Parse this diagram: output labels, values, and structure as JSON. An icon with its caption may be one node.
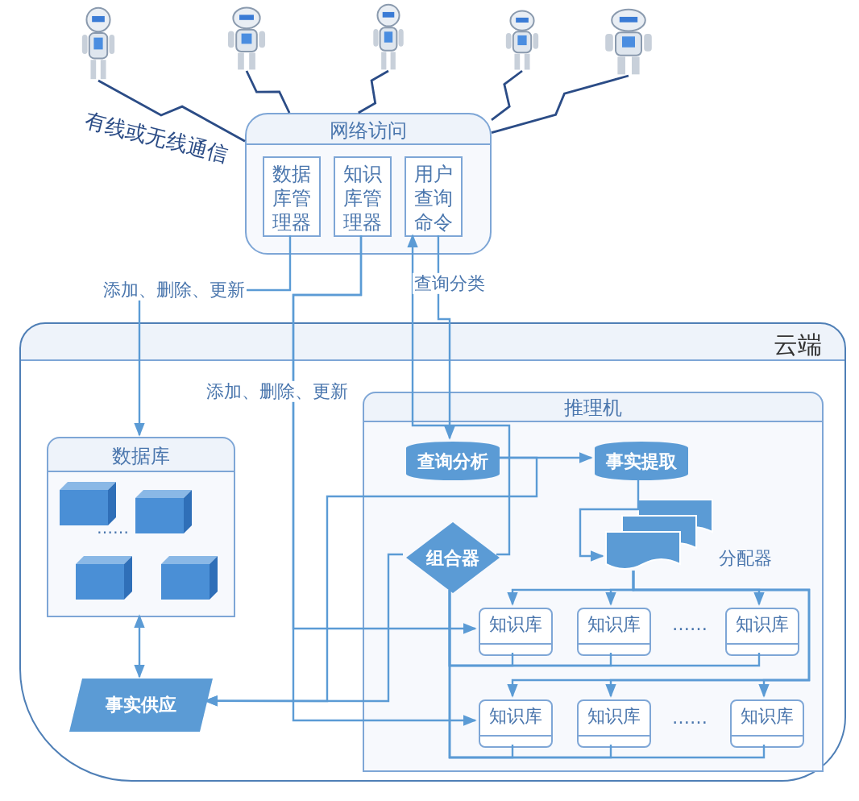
{
  "diagram": {
    "nodes": [
      {
        "text": [],
        "shape": "picture"
      },
      {
        "text": [],
        "shape": "picture"
      },
      {
        "text": [],
        "shape": "picture"
      },
      {
        "text": [],
        "shape": "picture"
      },
      {
        "text": [],
        "shape": "picture"
      },
      {
        "text": [
          "网络访问"
        ]
      },
      {
        "text": [
          "数据库管理器"
        ],
        "in": 5
      },
      {
        "text": [
          "知识库管理器"
        ],
        "in": 5
      },
      {
        "text": [
          "用户查询命令"
        ],
        "in": 5
      },
      {
        "text": [
          "云端"
        ]
      },
      {
        "text": [
          "数据库"
        ],
        "in": 9
      },
      {
        "text": [
          "事实供应"
        ],
        "in": 9
      },
      {
        "text": [
          "推理机"
        ],
        "in": 9
      },
      {
        "text": [
          "查询分析"
        ],
        "in": 12
      },
      {
        "text": [
          "事实提取"
        ],
        "in": 12
      },
      {
        "text": [],
        "shape": "document",
        "beside": [
          "分配器"
        ],
        "in": 12
      },
      {
        "text": [
          "组合器"
        ],
        "in": 12
      },
      {
        "text": [
          "知识库"
        ],
        "in": 12
      },
      {
        "text": [
          "知识库"
        ],
        "in": 12
      },
      {
        "text": [
          "知识库"
        ],
        "in": 12
      },
      {
        "text": [
          "知识库"
        ],
        "in": 12
      },
      {
        "text": [
          "知识库"
        ],
        "in": 12
      },
      {
        "text": [
          "知识库"
        ],
        "in": 12
      }
    ],
    "edges": [
      {
        "from": 0,
        "to": 5,
        "arrow": "none",
        "color": "#2b4c86"
      },
      {
        "from": 1,
        "to": 5,
        "arrow": "none",
        "color": "#2b4c86"
      },
      {
        "from": 2,
        "to": 5,
        "arrow": "none",
        "color": "#2b4c86"
      },
      {
        "from": 3,
        "to": 5,
        "arrow": "none",
        "color": "#2b4c86"
      },
      {
        "from": 4,
        "to": 5,
        "arrow": "none",
        "color": "#2b4c86"
      },
      {
        "from": 6,
        "to": 10,
        "arrow": "to",
        "label": "添加、删除、更新"
      },
      {
        "from": 7,
        "to": 17,
        "arrow": "to",
        "label": "添加、删除、更新"
      },
      {
        "from": 7,
        "to": 20,
        "arrow": "to"
      },
      {
        "from": 8,
        "to": 13,
        "arrow": "to",
        "label": "查询分类"
      },
      {
        "from": 16,
        "to": 8,
        "arrow": "to"
      },
      {
        "from": 13,
        "to": 14,
        "arrow": "to"
      },
      {
        "from": 14,
        "to": 15,
        "arrow": "to"
      },
      {
        "from": 15,
        "to": 17,
        "arrow": "to"
      },
      {
        "from": 15,
        "to": 18,
        "arrow": "to"
      },
      {
        "from": 15,
        "to": 19,
        "arrow": "to"
      },
      {
        "from": 15,
        "to": 20,
        "arrow": "to"
      },
      {
        "from": 15,
        "to": 21,
        "arrow": "to"
      },
      {
        "from": 15,
        "to": 22,
        "arrow": "to"
      },
      {
        "from": 17,
        "to": 16,
        "arrow": "none"
      },
      {
        "from": 18,
        "to": 16,
        "arrow": "none"
      },
      {
        "from": 19,
        "to": 16,
        "arrow": "none"
      },
      {
        "from": 20,
        "to": 16,
        "arrow": "none"
      },
      {
        "from": 21,
        "to": 16,
        "arrow": "none"
      },
      {
        "from": 22,
        "to": 16,
        "arrow": "none"
      },
      {
        "from": 13,
        "to": 11,
        "arrow": "to"
      },
      {
        "from": 16,
        "to": 11,
        "arrow": "to"
      },
      {
        "from": 10,
        "to": 11,
        "arrow": "both"
      }
    ],
    "labels": [
      "有线或无线通信",
      "……",
      "……",
      "……"
    ]
  }
}
